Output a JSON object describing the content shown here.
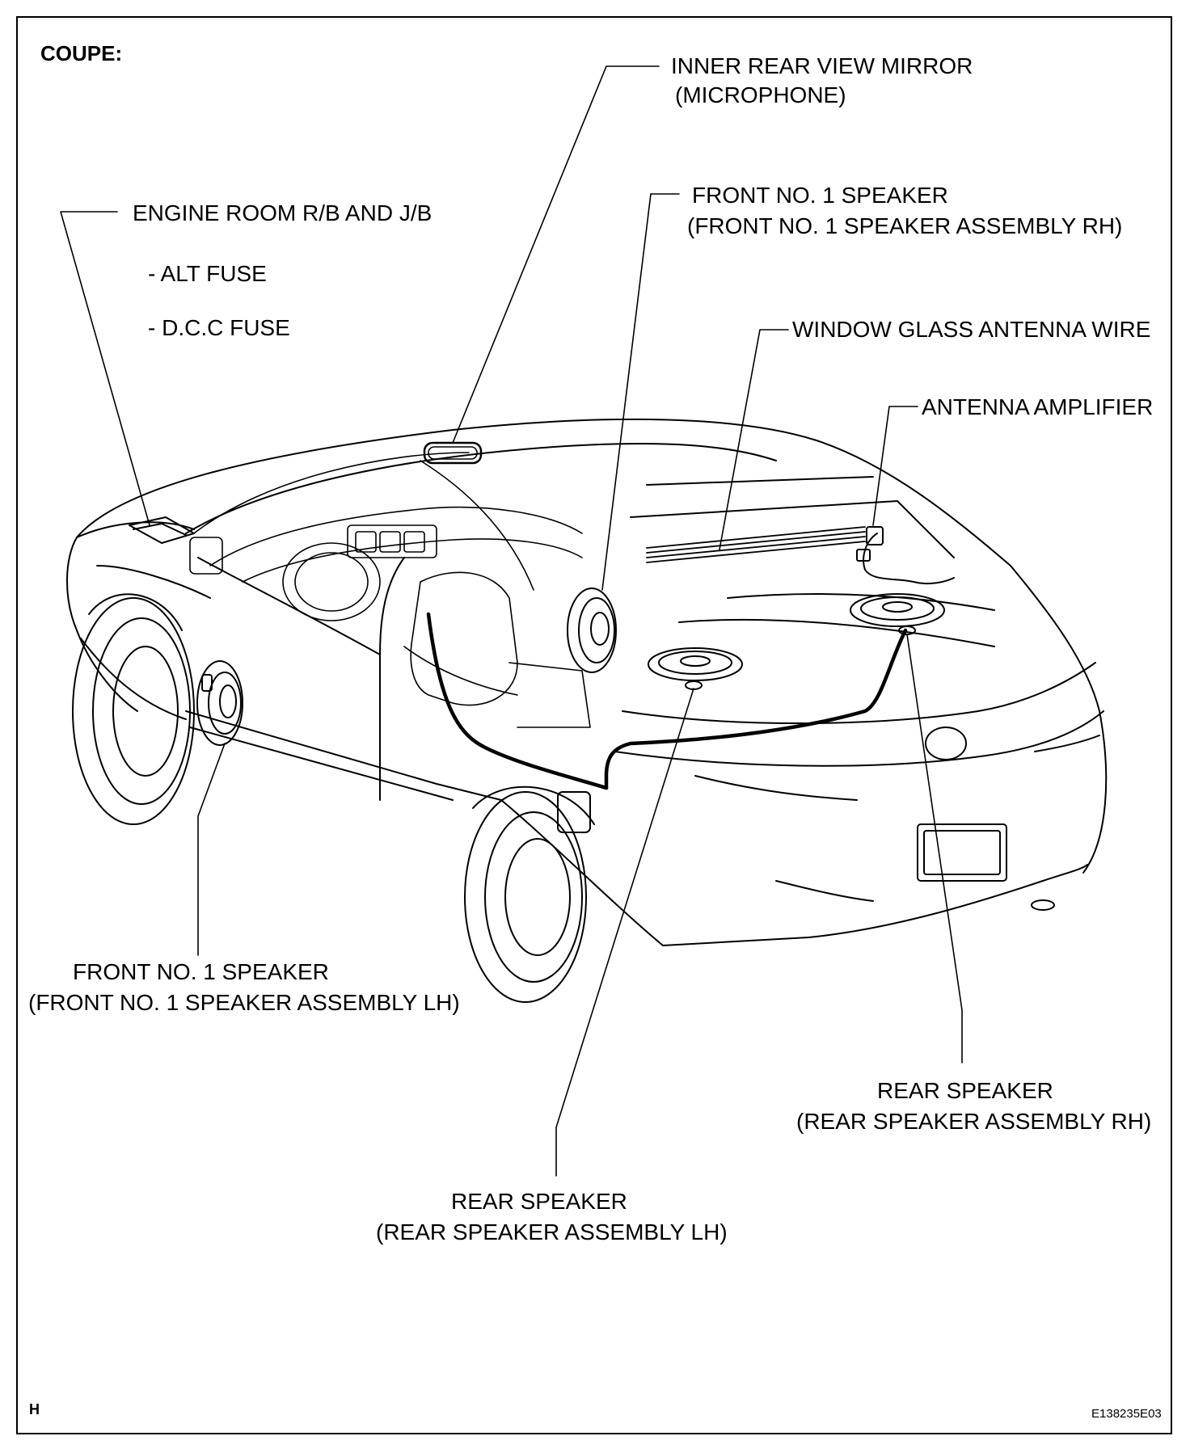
{
  "heading": "COUPE:",
  "labels": {
    "inner_mirror": [
      "INNER REAR VIEW MIRROR",
      "(MICROPHONE)"
    ],
    "engine_room": "ENGINE ROOM R/B AND J/B",
    "alt_fuse": "- ALT FUSE",
    "dcc_fuse": "- D.C.C FUSE",
    "front_speaker_rh": [
      "FRONT NO. 1 SPEAKER",
      "(FRONT NO. 1 SPEAKER ASSEMBLY RH)"
    ],
    "antenna_wire": "WINDOW GLASS ANTENNA WIRE",
    "antenna_amp": "ANTENNA AMPLIFIER",
    "front_speaker_lh": [
      "FRONT NO. 1 SPEAKER",
      "(FRONT NO. 1 SPEAKER ASSEMBLY LH)"
    ],
    "rear_speaker_rh": [
      "REAR SPEAKER",
      "(REAR SPEAKER ASSEMBLY RH)"
    ],
    "rear_speaker_lh": [
      "REAR SPEAKER",
      "(REAR SPEAKER ASSEMBLY LH)"
    ]
  },
  "footer": {
    "left_mark": "H",
    "figure_code": "E138235E03"
  }
}
